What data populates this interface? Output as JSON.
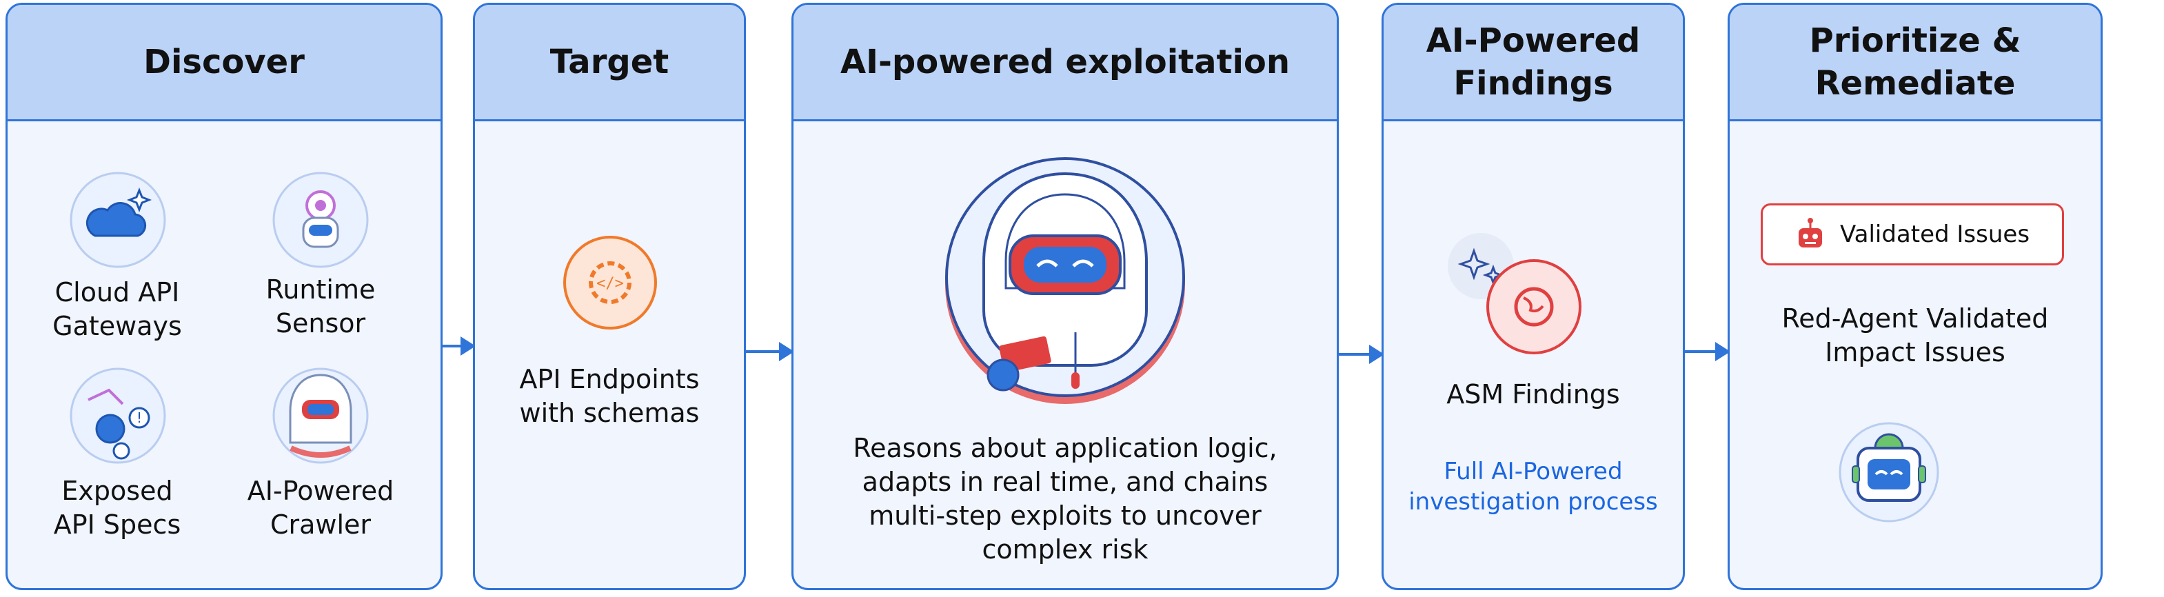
{
  "stages": {
    "discover": {
      "title": "Discover",
      "items": {
        "cloud": "Cloud API\nGateways",
        "runtime": "Runtime\nSensor",
        "specs": "Exposed\nAPI Specs",
        "crawler": "AI-Powered\nCrawler"
      }
    },
    "target": {
      "title": "Target",
      "item": "API Endpoints\nwith schemas"
    },
    "exploit": {
      "title": "AI-powered exploitation",
      "description": "Reasons about application logic,\nadapts in real time, and chains\nmulti-step exploits to uncover\ncomplex risk"
    },
    "findings": {
      "title": "AI-Powered\nFindings",
      "item": "ASM Findings",
      "note": "Full AI-Powered\ninvestigation process"
    },
    "remediate": {
      "title": "Prioritize &\nRemediate",
      "badge": "Validated Issues",
      "item": "Red-Agent Validated\nImpact Issues"
    }
  },
  "icons": {
    "cloud": "cloud-sparkle-icon",
    "runtime": "sensor-robot-icon",
    "specs": "api-spec-warning-icon",
    "crawler": "crawler-mascot-icon",
    "target": "code-gear-icon",
    "exploit": "hooded-hacker-mascot-icon",
    "findings_sparkle": "sparkle-icon",
    "findings_globe": "globe-icon",
    "badge": "robot-icon",
    "remediate": "robot-mascot-icon"
  },
  "colors": {
    "accent": "#2f74d8",
    "header": "#bcd3f8",
    "panel": "#f1f5fd",
    "orange": "#f07a2a",
    "red": "#e04040",
    "note": "#1a66e0"
  }
}
